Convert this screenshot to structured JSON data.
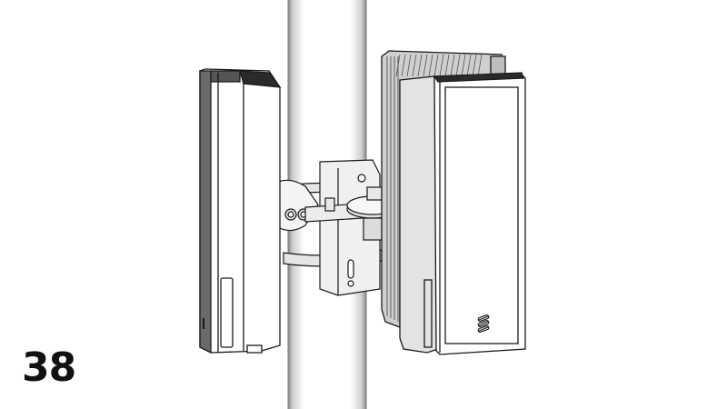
{
  "step": {
    "number": "38"
  },
  "illustration": {
    "subject": "Two radio units mounted on a pole with a swivel bracket",
    "parts": [
      "pole",
      "left-radio-unit",
      "mounting-bracket",
      "right-radio-unit",
      "heatsink-fins",
      "brand-logo-icon"
    ],
    "colors": {
      "line": "#1a1a1a",
      "fill": "#ffffff",
      "shade": "#d9d9d9",
      "dark": "#3a3a3a"
    }
  }
}
